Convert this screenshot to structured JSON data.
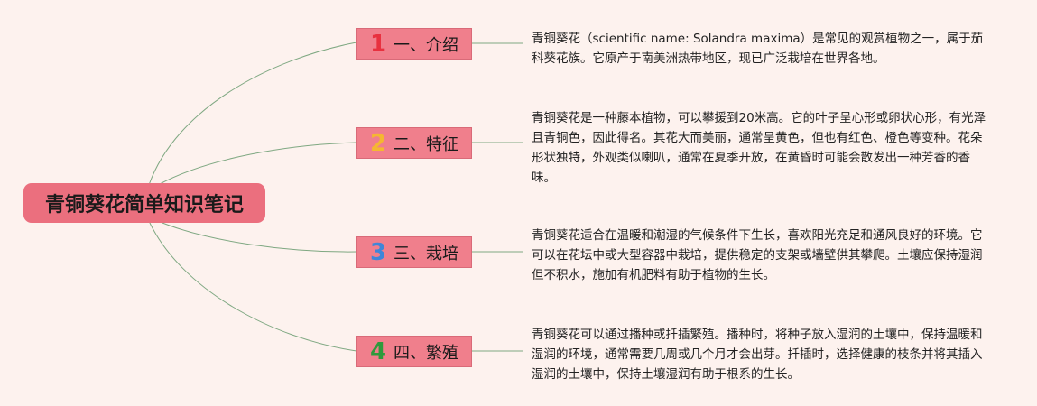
{
  "root": {
    "title": "青铜葵花简单知识笔记"
  },
  "branches": [
    {
      "number": "1",
      "number_color": "#e8313f",
      "label": "一、介绍",
      "text": "青铜葵花（scientific name: Solandra maxima）是常见的观赏植物之一，属于茄科葵花族。它原产于南美洲热带地区，现已广泛栽培在世界各地。"
    },
    {
      "number": "2",
      "number_color": "#f5b731",
      "label": "二、特征",
      "text": "青铜葵花是一种藤本植物，可以攀援到20米高。它的叶子呈心形或卵状心形，有光泽且青铜色，因此得名。其花大而美丽，通常呈黄色，但也有红色、橙色等变种。花朵形状独特，外观类似喇叭，通常在夏季开放，在黄昏时可能会散发出一种芳香的香味。"
    },
    {
      "number": "3",
      "number_color": "#3f86d8",
      "label": "三、栽培",
      "text": "青铜葵花适合在温暖和潮湿的气候条件下生长，喜欢阳光充足和通风良好的环境。它可以在花坛中或大型容器中栽培，提供稳定的支架或墙壁供其攀爬。土壤应保持湿润但不积水，施加有机肥料有助于植物的生长。"
    },
    {
      "number": "4",
      "number_color": "#2e9a3c",
      "label": "四、繁殖",
      "text": "青铜葵花可以通过播种或扦插繁殖。播种时，将种子放入湿润的土壤中，保持温暖和湿润的环境，通常需要几周或几个月才会出芽。扦插时，选择健康的枝条并将其插入湿润的土壤中，保持土壤湿润有助于根系的生长。"
    }
  ],
  "colors": {
    "background": "#fdf2ee",
    "root_fill": "#eb6f7e",
    "branch_fill": "#f07f8c",
    "connector": "#7fa882"
  }
}
